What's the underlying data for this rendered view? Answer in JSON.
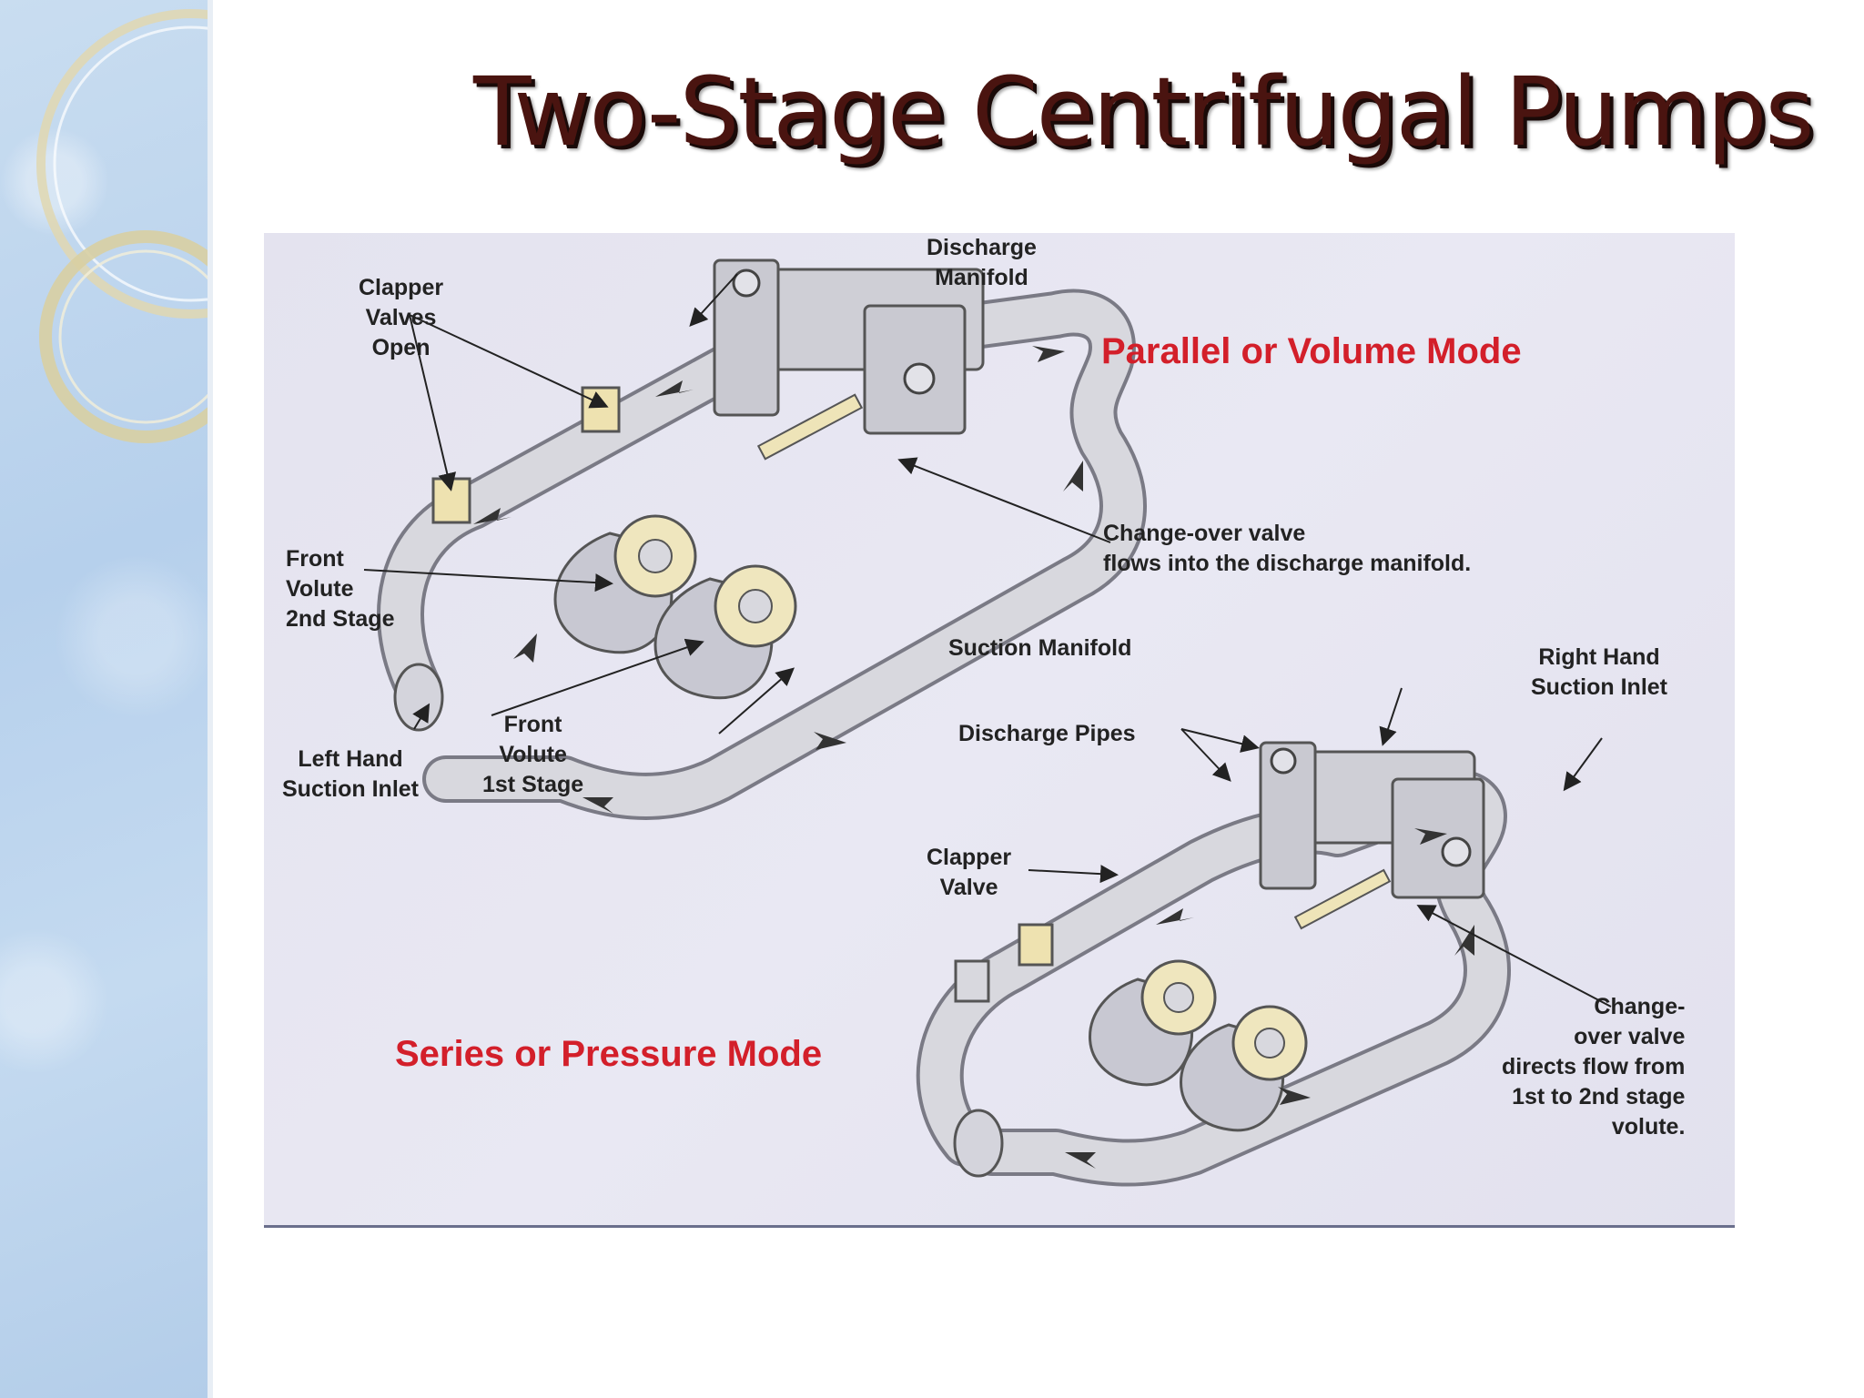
{
  "slide": {
    "title": "Two-Stage Centrifugal Pumps"
  },
  "diagram": {
    "modes": {
      "parallel": "Parallel or Volume Mode",
      "series": "Series or Pressure Mode"
    },
    "labels": {
      "discharge_manifold": "Discharge\nManifold",
      "clapper_valves_open": "Clapper\nValves\nOpen",
      "front_volute_2nd": "Front\nVolute\n2nd Stage",
      "changeover_parallel": "Change-over valve\nflows into the discharge manifold.",
      "suction_manifold": "Suction Manifold",
      "left_hand_inlet": "Left Hand\nSuction Inlet",
      "front_volute_1st": "Front\nVolute\n1st Stage",
      "right_hand_inlet": "Right Hand\nSuction Inlet",
      "discharge_pipes": "Discharge Pipes",
      "clapper_valve": "Clapper\nValve",
      "changeover_series": "Change-\nover valve\ndirects flow from\n1st to 2nd stage\nvolute."
    }
  }
}
